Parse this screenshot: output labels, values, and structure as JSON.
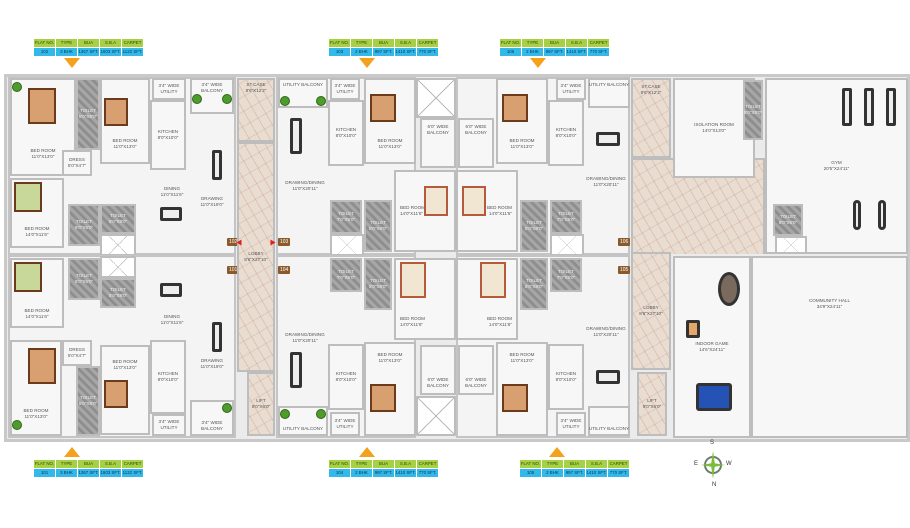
{
  "flat_table_headers": [
    "FLAT NO.",
    "TYPE",
    "BUA",
    "S.B.A",
    "CARPET"
  ],
  "flats": {
    "f102": {
      "no": "102",
      "type": "3 BHK",
      "bua": "1367 SFT.",
      "sba": "1603 SFT.",
      "carpet": "1122 SFT."
    },
    "f103": {
      "no": "103",
      "type": "2 BHK",
      "bua": "997 SFT.",
      "sba": "1410 SFT.",
      "carpet": "770 SFT."
    },
    "f106": {
      "no": "106",
      "type": "2 BHK",
      "bua": "997 SFT.",
      "sba": "1410 SFT.",
      "carpet": "770 SFT."
    },
    "f101": {
      "no": "101",
      "type": "3 BHK",
      "bua": "1367 SFT.",
      "sba": "1603 SFT.",
      "carpet": "1122 SFT."
    },
    "f104": {
      "no": "104",
      "type": "2 BHK",
      "bua": "997 SFT.",
      "sba": "1410 SFT.",
      "carpet": "770 SFT."
    },
    "f105": {
      "no": "105",
      "type": "2 BHK",
      "bua": "997 SFT.",
      "sba": "1410 SFT.",
      "carpet": "770 SFT."
    }
  },
  "r3": {
    "bed_a": {
      "n": "BED ROOM",
      "d": "11'0\"X13'0\""
    },
    "bed_b": {
      "n": "BED ROOM",
      "d": "11'0\"X13'0\""
    },
    "bed_c": {
      "n": "BED ROOM",
      "d": "14'0\"X11'6\""
    },
    "toilet_a": {
      "n": "TOILET",
      "d": "5'0\"X8'0\""
    },
    "toilet_b": {
      "n": "TOILET",
      "d": "8'0\"X5'0\""
    },
    "toilet_c": {
      "n": "TOILET",
      "d": "5'0\"X8'0\""
    },
    "utility": {
      "n": "3'4\" WIDE",
      "d": "UTILITY"
    },
    "kitchen": {
      "n": "KITCHEN",
      "d": "8'0\"X10'0\""
    },
    "balcony": {
      "n": "3'4\" WIDE",
      "d": "BALCONY"
    },
    "dress": {
      "n": "DRESS",
      "d": "5'0\"X4'7\""
    },
    "dining": {
      "n": "DINING",
      "d": "11'0\"X11'6\""
    },
    "drawing": {
      "n": "DRAWING",
      "d": "11'0\"X19'0\""
    }
  },
  "r2": {
    "utility_balcony": {
      "n": "UTILITY BALCONY"
    },
    "utility": {
      "n": "3'4\" WIDE",
      "d": "UTILITY"
    },
    "kitchen": {
      "n": "KITCHEN",
      "d": "8'0\"X10'0\""
    },
    "bed_a": {
      "n": "BED ROOM",
      "d": "11'0\"X13'0\""
    },
    "bed_b": {
      "n": "BED ROOM",
      "d": "14'0\"X11'6\""
    },
    "toilet_a": {
      "n": "TOILET",
      "d": "7'0\"X5'0\""
    },
    "toilet_b": {
      "n": "TOILET",
      "d": "5'0\"X8'0\""
    },
    "drawing_dining": {
      "n": "DRAWING/DINING",
      "d": "11'0\"X20'11\""
    },
    "balcony": {
      "n": "6'0\" WIDE",
      "d": "BALCONY"
    }
  },
  "common": {
    "staircase": {
      "n": "ST.CASE",
      "d": "8'6\"X12'2\""
    },
    "lobby": {
      "n": "LOBBY",
      "d": "8'6\"X27'10\""
    },
    "lift": {
      "n": "LIFT",
      "d": "8'0\"X6'0\""
    }
  },
  "amenities": {
    "isolation": {
      "n": "ISOLATION ROOM",
      "d": "14'0\"X13'0\""
    },
    "toilet_a": {
      "n": "TOILET",
      "d": "5'0\"X8'0\""
    },
    "toilet_b": {
      "n": "TOILET",
      "d": "8'0\"X5'0\""
    },
    "gym": {
      "n": "GYM",
      "d": "20'5\"X24'11\""
    },
    "indoor_game": {
      "n": "INDOOR GAME",
      "d": "14'6\"X24'11\""
    },
    "community_hall": {
      "n": "COMMUNITY HALL",
      "d": "34'9\"X24'11\""
    }
  },
  "compass": {
    "n": "N",
    "s": "S",
    "e": "E",
    "w": "W"
  },
  "colors": {
    "header": "#a8d045",
    "value": "#33b8ea",
    "pointer": "#f4a11c"
  }
}
